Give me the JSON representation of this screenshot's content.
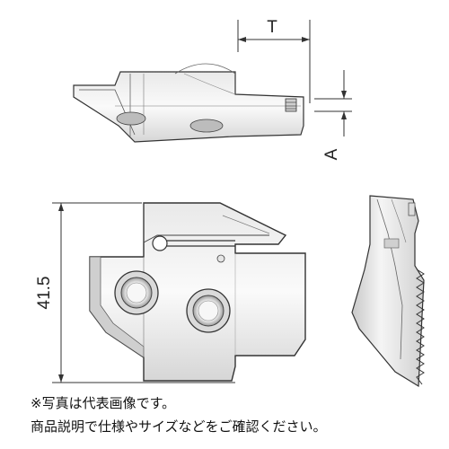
{
  "dimensions": {
    "thickness_label": "T",
    "offset_label": "A",
    "height_label": "41.5"
  },
  "notes": {
    "line1": "※写真は代表画像です。",
    "line2": "商品説明で仕様やサイズなどをご確認ください。"
  },
  "colors": {
    "line": "#333333",
    "fill_light": "#f1f1f1",
    "fill_mid": "#dcdcdc",
    "fill_dark": "#b9b9b9"
  }
}
